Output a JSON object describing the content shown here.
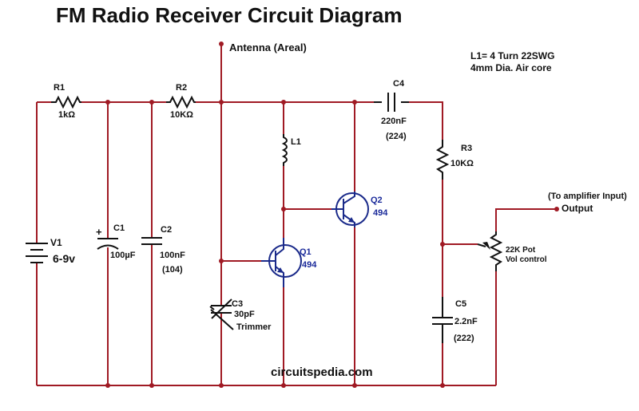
{
  "title": "FM Radio Receiver Circuit Diagram",
  "watermark": "circuitspedia.com",
  "note": {
    "line1": "L1= 4 Turn 22SWG",
    "line2": "4mm Dia. Air core"
  },
  "antenna": {
    "label": "Antenna (Areal)"
  },
  "output": {
    "label": "Output",
    "sublabel": "(To amplifier Input)"
  },
  "components": {
    "R1": {
      "ref": "R1",
      "value": "1kΩ"
    },
    "R2": {
      "ref": "R2",
      "value": "10KΩ"
    },
    "R3": {
      "ref": "R3",
      "value": "10KΩ"
    },
    "V1": {
      "ref": "V1",
      "value": "6-9v"
    },
    "C1": {
      "ref": "C1",
      "value": "100µF",
      "polarity": "+"
    },
    "C2": {
      "ref": "C2",
      "value": "100nF",
      "code": "(104)"
    },
    "C3": {
      "ref": "C3",
      "value": "30pF",
      "type": "Trimmer"
    },
    "C4": {
      "ref": "C4",
      "value": "220nF",
      "code": "(224)"
    },
    "C5": {
      "ref": "C5",
      "value": "2.2nF",
      "code": "(222)"
    },
    "L1": {
      "ref": "L1"
    },
    "Q1": {
      "ref": "Q1",
      "value": "494"
    },
    "Q2": {
      "ref": "Q2",
      "value": "494"
    },
    "POT": {
      "value": "22K Pot",
      "function": "Vol control"
    }
  },
  "colors": {
    "wire": "#a01a24",
    "transistor": "#1a2a8a",
    "component": "#111111"
  }
}
